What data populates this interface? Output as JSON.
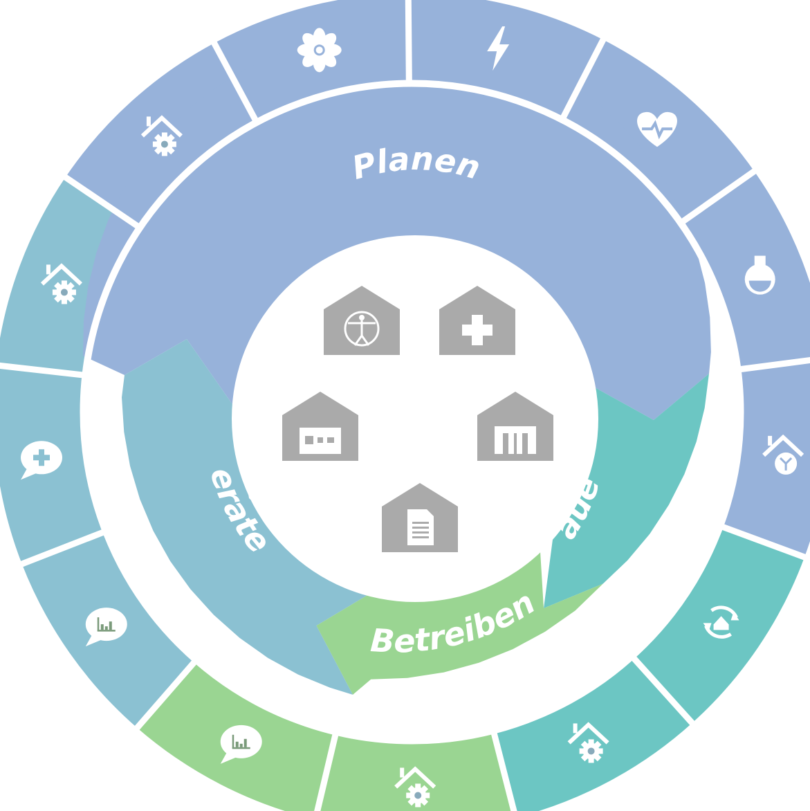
{
  "colors": {
    "planen": "#97b2da",
    "beraten": "#8bc1d2",
    "bauen": "#6cc6c3",
    "betreiben": "#9ad592",
    "divider": "#ffffff",
    "building": "#aaaaaa"
  },
  "phases": {
    "planen": {
      "label": "Planen"
    },
    "beraten": {
      "label": "Beraten"
    },
    "bauen": {
      "label": "Bauen"
    },
    "betreiben": {
      "label": "Betreiben"
    }
  },
  "segments": [
    {
      "phase": "planen",
      "icon": "lightning-icon"
    },
    {
      "phase": "planen",
      "icon": "heart-pulse-icon"
    },
    {
      "phase": "planen",
      "icon": "flask-icon"
    },
    {
      "phase": "planen",
      "icon": "smart-home-circuit-icon"
    },
    {
      "phase": "bauen",
      "icon": "home-refresh-icon"
    },
    {
      "phase": "bauen",
      "icon": "home-gear-icon"
    },
    {
      "phase": "betreiben",
      "icon": "home-gear-icon"
    },
    {
      "phase": "betreiben",
      "icon": "chart-speech-icon"
    },
    {
      "phase": "beraten",
      "icon": "chart-speech-icon"
    },
    {
      "phase": "beraten",
      "icon": "medical-speech-icon"
    },
    {
      "phase": "beraten",
      "icon": "home-gear-icon"
    },
    {
      "phase": "planen",
      "icon": "home-gear-icon"
    },
    {
      "phase": "planen",
      "icon": "fan-icon"
    }
  ],
  "center_buildings": [
    {
      "icon": "vitruvian-building-icon"
    },
    {
      "icon": "hospital-building-icon"
    },
    {
      "icon": "factory-building-icon"
    },
    {
      "icon": "museum-building-icon"
    },
    {
      "icon": "document-building-icon"
    }
  ]
}
